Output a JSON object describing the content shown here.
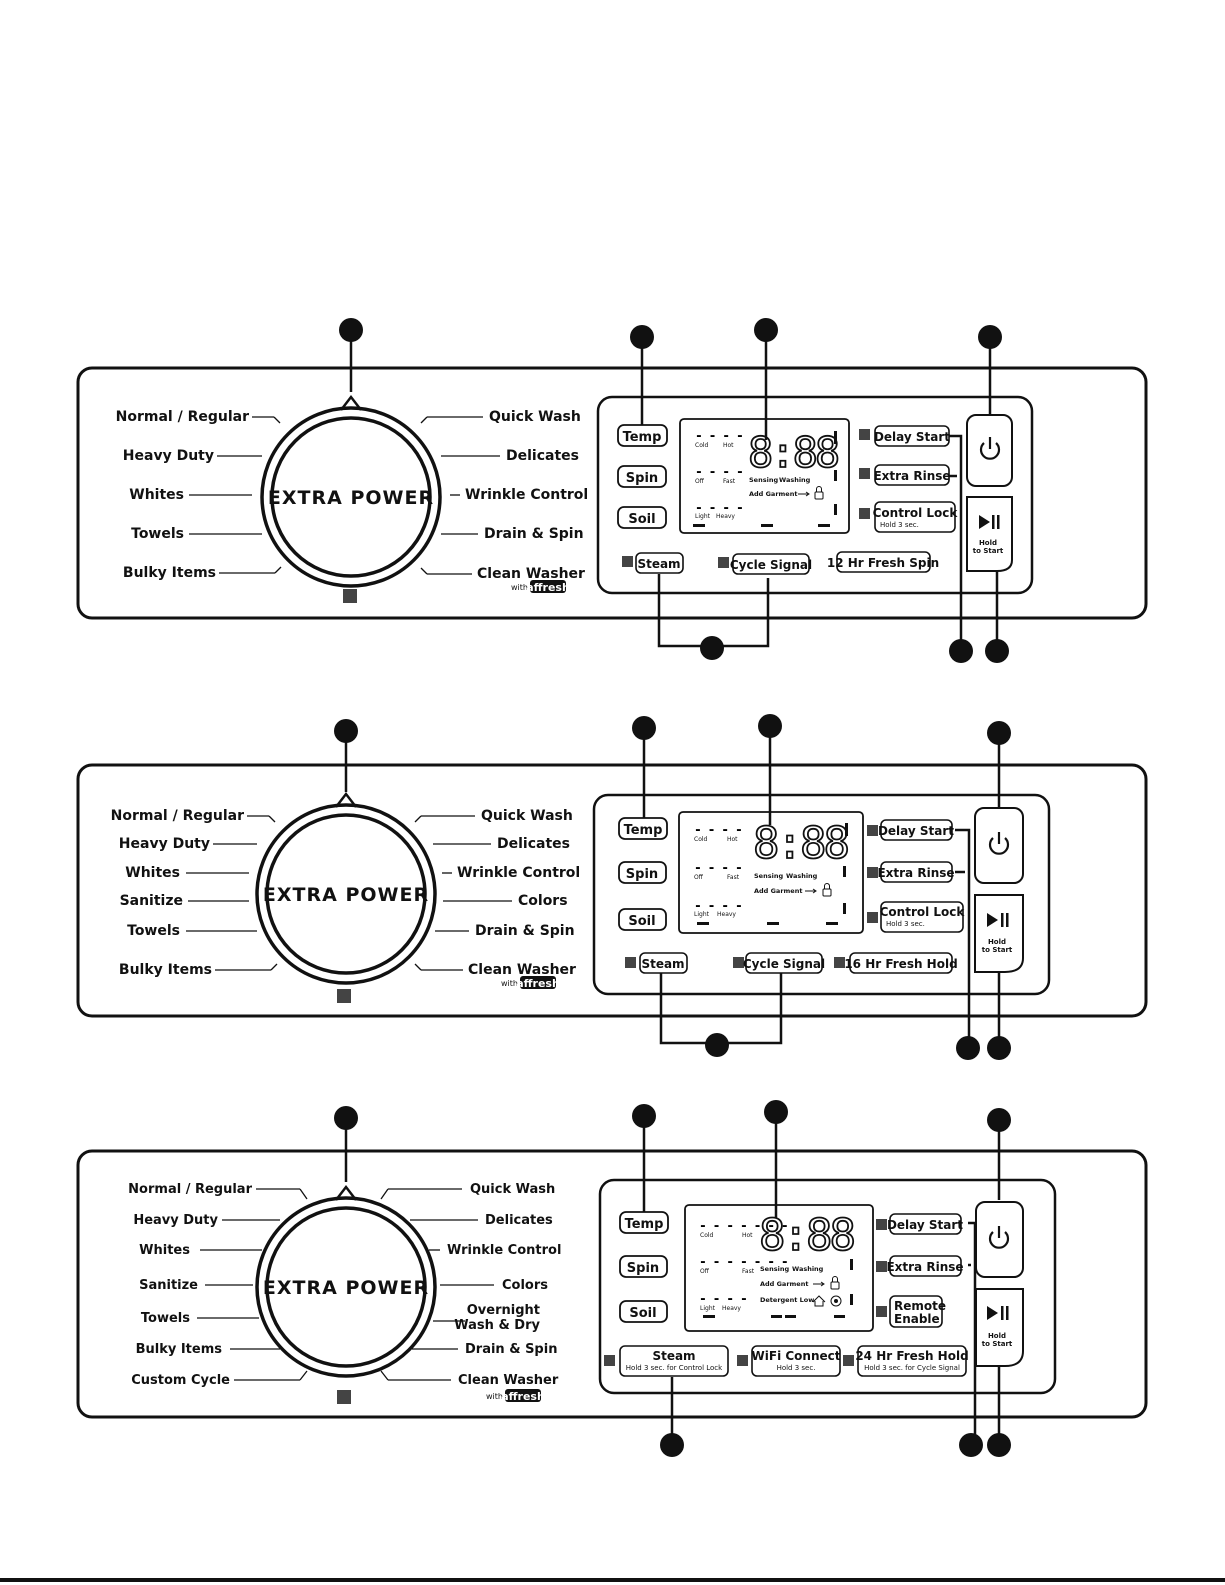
{
  "dial_text": "EXTRA POWER",
  "affresh": "affresh",
  "with": "with",
  "display": {
    "digits": "8:88",
    "cold": "Cold",
    "hot": "Hot",
    "off": "Off",
    "fast": "Fast",
    "light": "Light",
    "heavy": "Heavy",
    "sensing": "Sensing",
    "washing": "Washing",
    "add_garment": "Add Garment",
    "detergent_low": "Detergent Low"
  },
  "buttons": {
    "temp": "Temp",
    "spin": "Spin",
    "soil": "Soil",
    "hold": "Hold",
    "to_start": "to Start"
  },
  "panels": [
    {
      "left_cycles": [
        "Normal / Regular",
        "Heavy Duty",
        "Whites",
        "Towels",
        "Bulky Items"
      ],
      "right_cycles": [
        "Quick Wash",
        "Delicates",
        "Wrinkle Control",
        "Drain & Spin",
        "Clean Washer"
      ],
      "options_right": [
        {
          "label": "Delay Start",
          "sub": ""
        },
        {
          "label": "Extra Rinse",
          "sub": ""
        },
        {
          "label": "Control Lock",
          "sub": "Hold 3 sec."
        }
      ],
      "bottom": [
        {
          "label": "Steam",
          "sub": ""
        },
        {
          "label": "Cycle Signal",
          "sub": ""
        },
        {
          "label": "12 Hr Fresh Spin",
          "sub": ""
        }
      ]
    },
    {
      "left_cycles": [
        "Normal / Regular",
        "Heavy Duty",
        "Whites",
        "Sanitize",
        "Towels",
        "Bulky Items"
      ],
      "right_cycles": [
        "Quick Wash",
        "Delicates",
        "Wrinkle Control",
        "Colors",
        "Drain & Spin",
        "Clean Washer"
      ],
      "options_right": [
        {
          "label": "Delay Start",
          "sub": ""
        },
        {
          "label": "Extra Rinse",
          "sub": ""
        },
        {
          "label": "Control Lock",
          "sub": "Hold 3 sec."
        }
      ],
      "bottom": [
        {
          "label": "Steam",
          "sub": ""
        },
        {
          "label": "Cycle Signal",
          "sub": ""
        },
        {
          "label": "16 Hr Fresh Hold",
          "sub": ""
        }
      ]
    },
    {
      "left_cycles": [
        "Normal / Regular",
        "Heavy Duty",
        "Whites",
        "Sanitize",
        "Towels",
        "Bulky Items",
        "Custom Cycle"
      ],
      "right_cycles": [
        "Quick Wash",
        "Delicates",
        "Wrinkle Control",
        "Colors",
        "Overnight",
        "Wash & Dry",
        "Drain & Spin",
        "Clean Washer"
      ],
      "options_right": [
        {
          "label": "Delay Start",
          "sub": ""
        },
        {
          "label": "Extra Rinse",
          "sub": ""
        },
        {
          "label": "Remote",
          "sub": "Enable"
        }
      ],
      "bottom": [
        {
          "label": "Steam",
          "sub": "Hold 3 sec. for Control Lock"
        },
        {
          "label": "WiFi Connect",
          "sub": "Hold 3 sec."
        },
        {
          "label": "24 Hr Fresh Hold",
          "sub": "Hold 3 sec. for Cycle Signal"
        }
      ]
    }
  ]
}
